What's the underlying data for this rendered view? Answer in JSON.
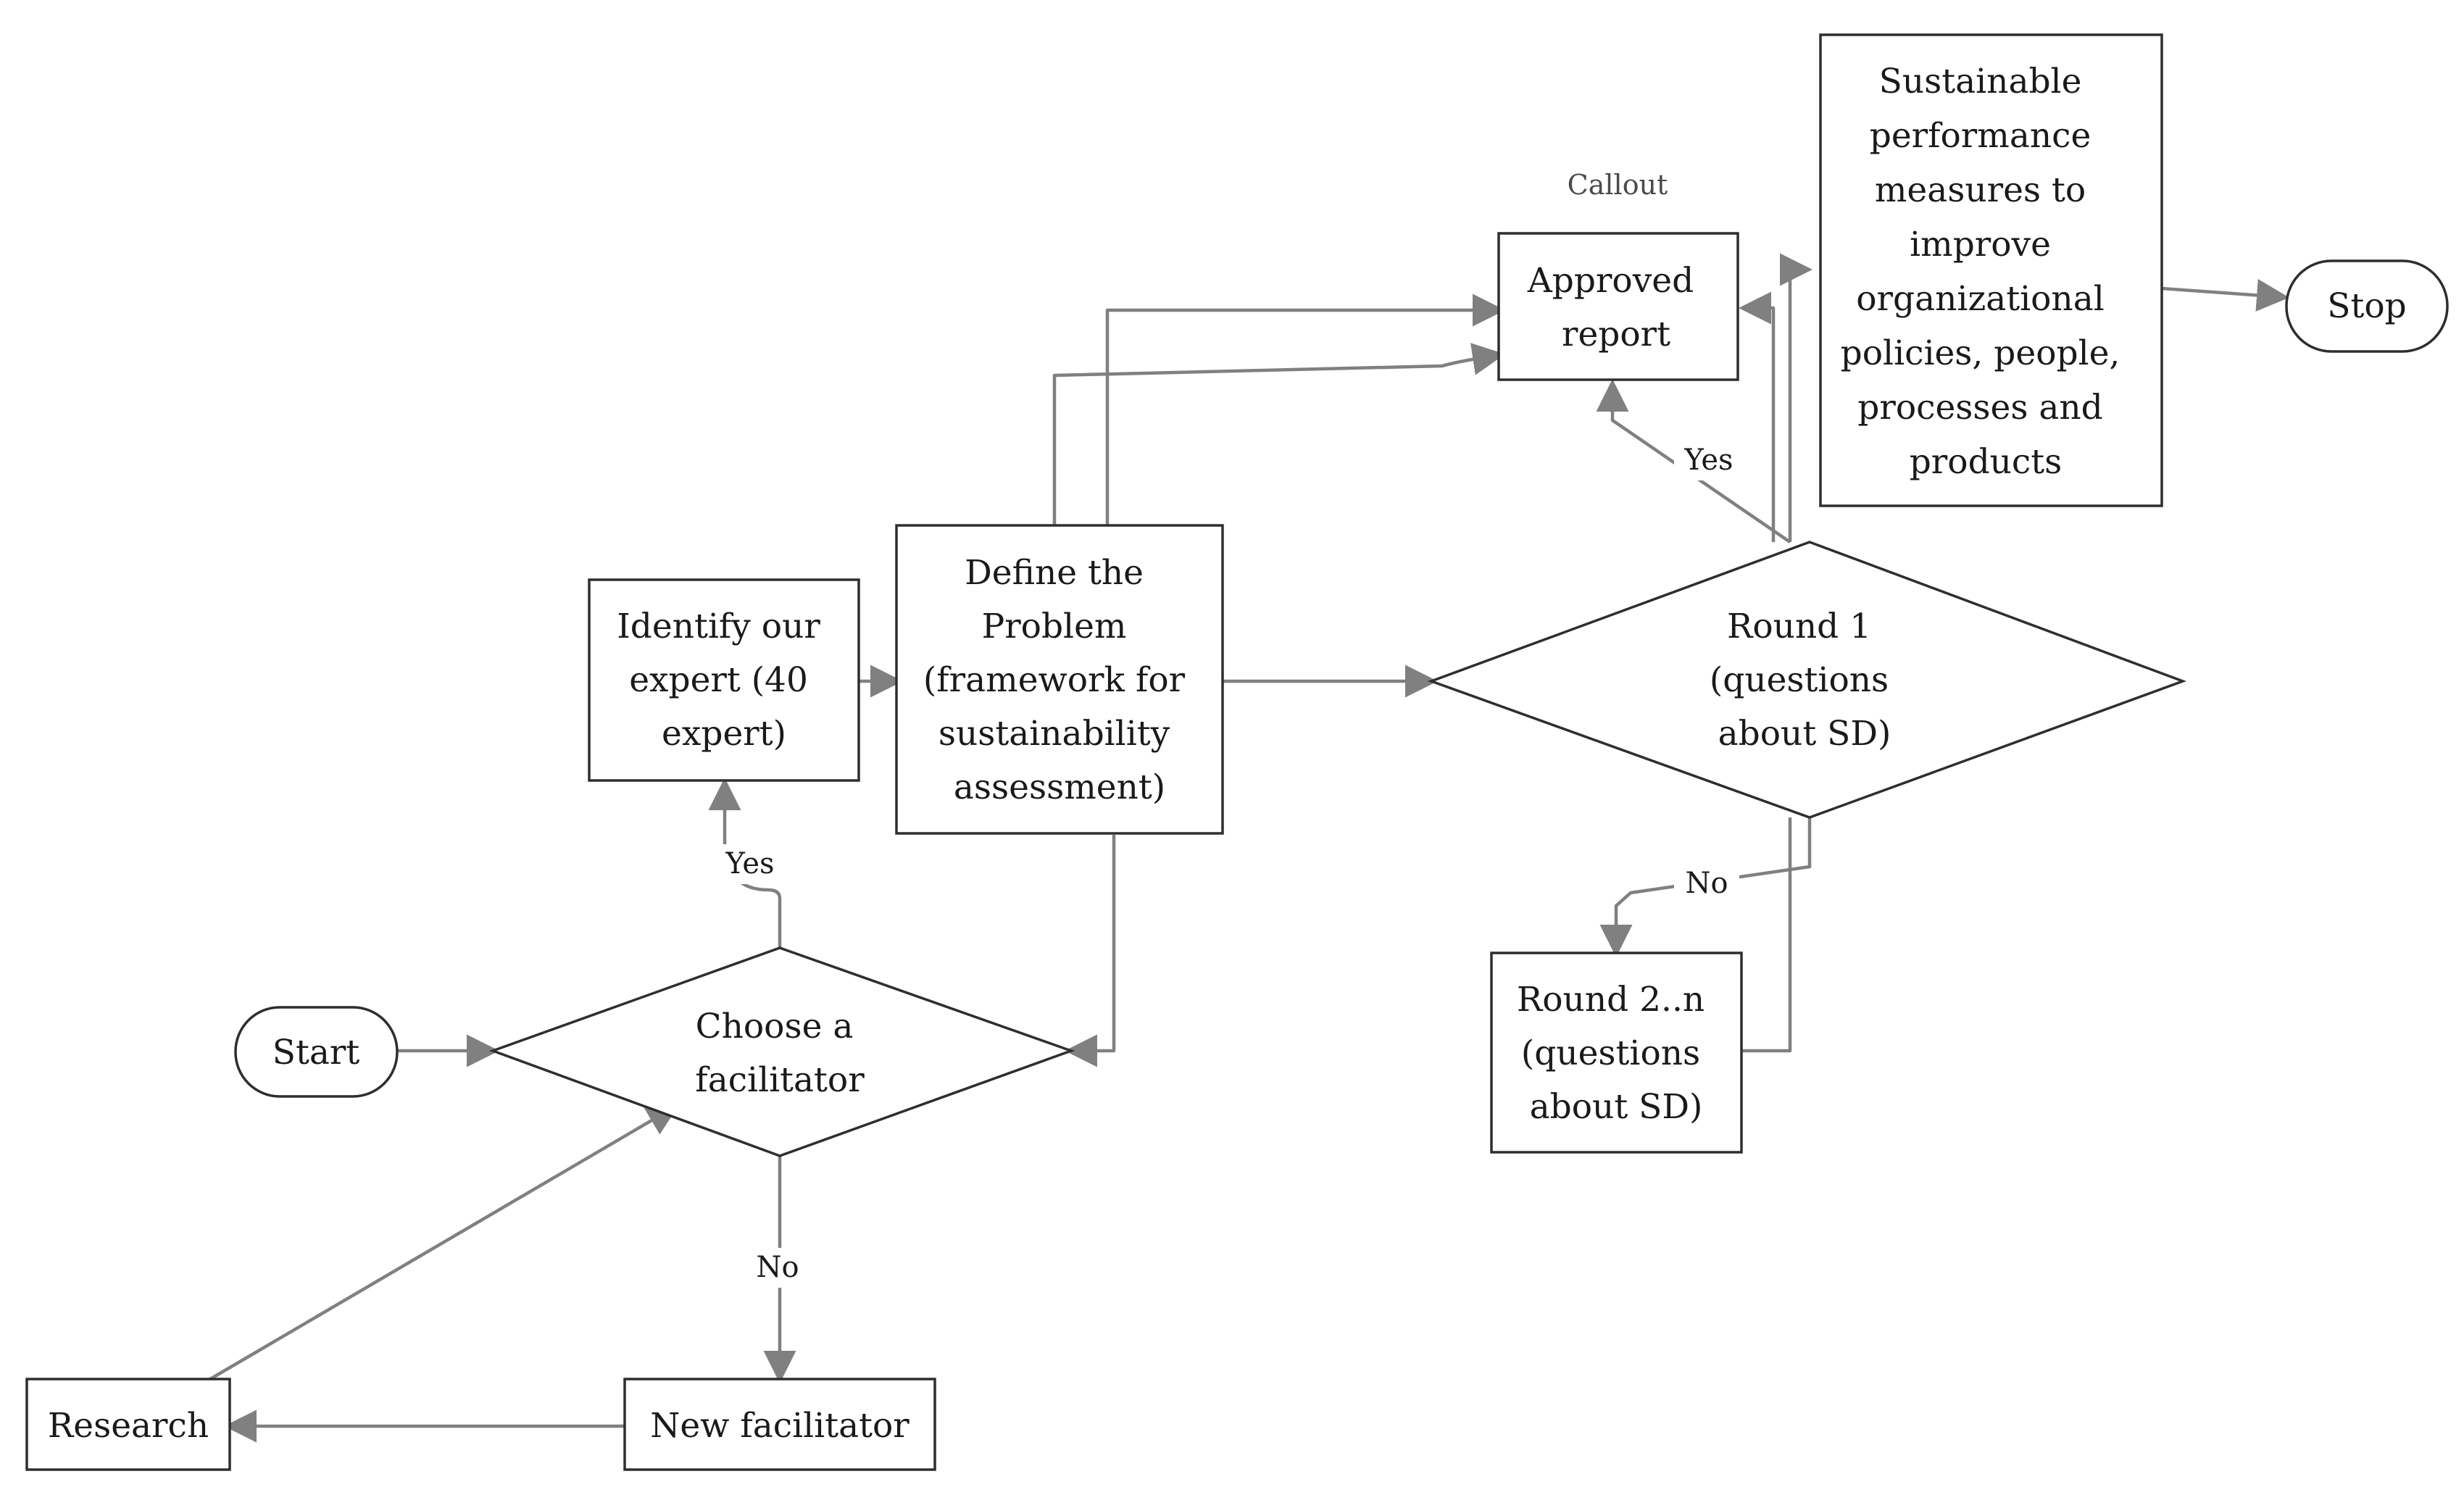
{
  "nodes": {
    "start": "Start",
    "choose": [
      "Choose a",
      "facilitator"
    ],
    "identify": [
      "Identify our",
      "expert (40",
      "expert)"
    ],
    "define": [
      "Define the",
      "Problem",
      "(framework for",
      "sustainability",
      "assessment)"
    ],
    "round1": [
      "Round 1",
      "(questions",
      "about SD)"
    ],
    "round2": [
      "Round 2..n",
      "(questions",
      "about SD)"
    ],
    "approved": [
      "Approved",
      "report"
    ],
    "measures": [
      "Sustainable",
      "performance",
      "measures to",
      "improve",
      "organizational",
      "policies, people,",
      "processes and",
      "products"
    ],
    "stop": "Stop",
    "new_facilitator": "New facilitator",
    "research": "Research"
  },
  "edge_labels": {
    "choose_yes": "Yes",
    "choose_no": "No",
    "round1_yes": "Yes",
    "round1_no": "No"
  },
  "callout": "Callout"
}
